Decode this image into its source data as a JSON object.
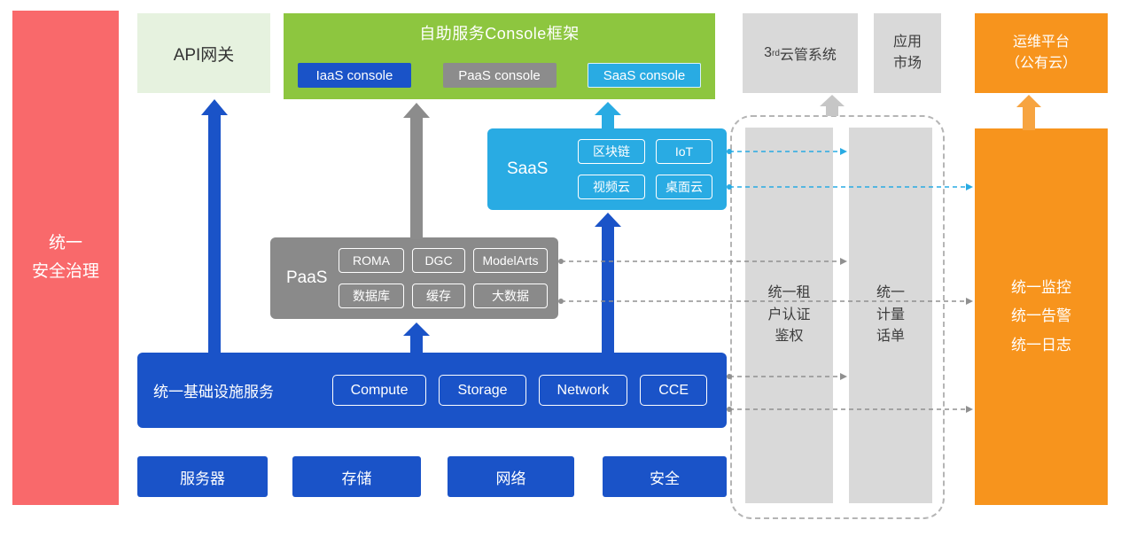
{
  "diagram": {
    "security_bar": "统一\n安全治理",
    "api_gateway": "API网关",
    "console_framework": {
      "title": "自助服务Console框架",
      "consoles": [
        "IaaS console",
        "PaaS console",
        "SaaS console"
      ]
    },
    "third_party_cms": {
      "num": "3",
      "sup": "rd",
      "text": "云管系统"
    },
    "app_market": "应用\n市场",
    "om_platform": "运维平台\n（公有云）",
    "saas": {
      "label": "SaaS",
      "items": [
        "区块链",
        "IoT",
        "视频云",
        "桌面云"
      ]
    },
    "paas": {
      "label": "PaaS",
      "items": [
        "ROMA",
        "DGC",
        "ModelArts",
        "数据库",
        "缓存",
        "大数据"
      ]
    },
    "iaas": {
      "label": "统一基础设施服务",
      "items": [
        "Compute",
        "Storage",
        "Network",
        "CCE"
      ]
    },
    "hardware": [
      "服务器",
      "存储",
      "网络",
      "安全"
    ],
    "auth_bar": "统一租\n户认证\n鉴权",
    "metering_bar": "统一\n计量\n话单",
    "monitor_bar": "统一监控\n统一告警\n统一日志"
  },
  "colors": {
    "blue": "#1a53c8",
    "cyan": "#29abe3",
    "green": "#8dc63f",
    "light_green": "#e6f2df",
    "gray": "#8c8c8c",
    "light_gray": "#d9d9d9",
    "orange": "#f7941d",
    "red": "#f9696b"
  }
}
